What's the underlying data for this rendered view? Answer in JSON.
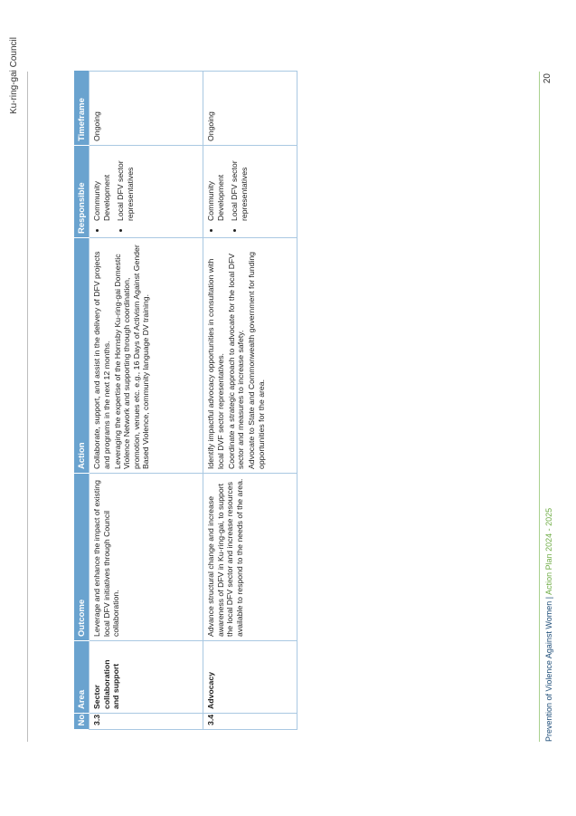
{
  "header": {
    "org": "Ku-ring-gai Council"
  },
  "table": {
    "columns": [
      "No.",
      "Area",
      "Outcome",
      "Action",
      "Responsible",
      "Timeframe"
    ],
    "rows": [
      {
        "no": "3.3",
        "area": "Sector collaboration and support",
        "outcome": "Leverage and enhance the impact of existing local DFV initiatives through Council collaboration.",
        "actions": [
          "Collaborate, support, and assist in the delivery of DFV projects and programs in the next 12 months.",
          "Leveraging the expertise of the Hornsby Ku-ring-gai Domestic Violence Network and supporting through coordination, promotion, venues etc. e.g., 16 Days of Activism Against Gender Based Violence, community language DV training."
        ],
        "responsible": [
          "Community Development",
          "Local DFV sector representatives"
        ],
        "timeframe": "Ongoing"
      },
      {
        "no": "3.4",
        "area": "Advocacy",
        "outcome": "Advance structural change and increase awareness of DFV in Ku-ring-gai, to support the local DFV sector and increase resources available to respond to the needs of the area.",
        "actions": [
          "Identify impactful advocacy opportunities in consultation with local DVF sector representatives.",
          "Coordinate a strategic approach to advocate for the local DFV sector and measures to increase safety.",
          "Advocate to State and Commonwealth government for funding opportunities for the area."
        ],
        "responsible": [
          "Community Development",
          "Local DFV sector representatives"
        ],
        "timeframe": "Ongoing"
      }
    ]
  },
  "footer": {
    "doc_title": "Prevention of Violence Against Women",
    "separator": " | ",
    "plan_name": "Action Plan 2024 - 2025",
    "page_number": "20"
  }
}
